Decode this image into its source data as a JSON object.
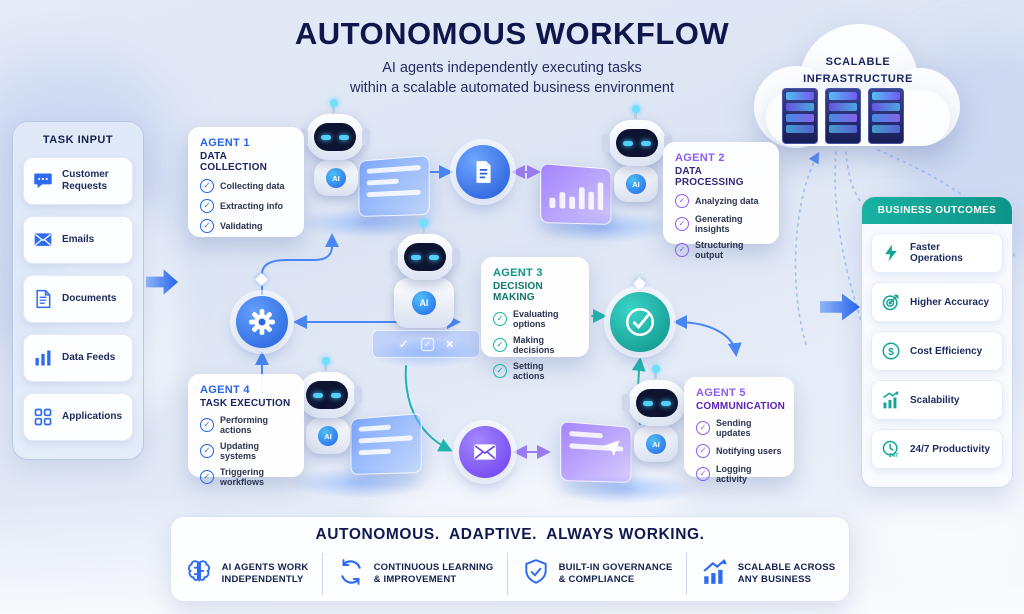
{
  "header": {
    "title": "AUTONOMOUS WORKFLOW",
    "subtitle_line1": "AI agents independently executing tasks",
    "subtitle_line2": "within a scalable automated business environment"
  },
  "glyphs": {
    "check": "✓",
    "cross": "×"
  },
  "robot": {
    "badge": "AI"
  },
  "colors": {
    "blue": "#2563eb",
    "purple": "#8b5cf6",
    "teal": "#0e9488",
    "navy": "#101a4e"
  },
  "task_input": {
    "title": "TASK INPUT",
    "items": [
      {
        "label": "Customer Requests",
        "icon": "chat-bubble"
      },
      {
        "label": "Emails",
        "icon": "envelope"
      },
      {
        "label": "Documents",
        "icon": "document"
      },
      {
        "label": "Data Feeds",
        "icon": "bar-chart"
      },
      {
        "label": "Applications",
        "icon": "grid"
      }
    ]
  },
  "agents": [
    {
      "name": "AGENT 1",
      "role": "DATA COLLECTION",
      "tasks": [
        "Collecting data",
        "Extracting info",
        "Validating"
      ]
    },
    {
      "name": "AGENT 2",
      "role": "DATA PROCESSING",
      "tasks": [
        "Analyzing data",
        "Generating insights",
        "Structuring output"
      ]
    },
    {
      "name": "AGENT 3",
      "role": "DECISION MAKING",
      "tasks": [
        "Evaluating options",
        "Making decisions",
        "Setting actions"
      ]
    },
    {
      "name": "AGENT 4",
      "role": "TASK EXECUTION",
      "tasks": [
        "Performing actions",
        "Updating systems",
        "Triggering workflows"
      ]
    },
    {
      "name": "AGENT 5",
      "role": "COMMUNICATION",
      "tasks": [
        "Sending updates",
        "Notifying users",
        "Logging activity"
      ]
    }
  ],
  "cloud": {
    "line1": "SCALABLE",
    "line2": "INFRASTRUCTURE"
  },
  "outcomes": {
    "title": "BUSINESS OUTCOMES",
    "items": [
      {
        "label": "Faster Operations",
        "icon": "lightning"
      },
      {
        "label": "Higher Accuracy",
        "icon": "target"
      },
      {
        "label": "Cost Efficiency",
        "icon": "dollar"
      },
      {
        "label": "Scalability",
        "icon": "growth-chart"
      },
      {
        "label": "24/7 Productivity",
        "icon": "clock-24-7"
      }
    ]
  },
  "footer": {
    "title": "AUTONOMOUS.  ADAPTIVE.  ALWAYS WORKING.",
    "features": [
      {
        "line1": "AI AGENTS WORK",
        "line2": "INDEPENDENTLY",
        "icon": "brain"
      },
      {
        "line1": "CONTINUOUS LEARNING",
        "line2": "& IMPROVEMENT",
        "icon": "cycle-arrows"
      },
      {
        "line1": "BUILT-IN GOVERNANCE",
        "line2": "& COMPLIANCE",
        "icon": "shield"
      },
      {
        "line1": "SCALABLE ACROSS",
        "line2": "ANY BUSINESS",
        "icon": "growth-arrow"
      }
    ]
  }
}
